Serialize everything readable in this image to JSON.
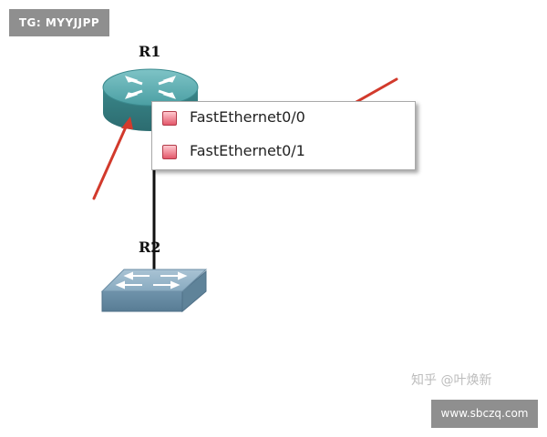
{
  "tag_badge": "TG: MYYJJPP",
  "devices": {
    "r1_label": "R1",
    "r2_label": "R2"
  },
  "context_menu": {
    "items": [
      {
        "label": "FastEthernet0/0",
        "icon": "interface-port-icon"
      },
      {
        "label": "FastEthernet0/1",
        "icon": "interface-port-icon"
      }
    ]
  },
  "watermark": "知乎 @叶焕新",
  "url_badge": "www.sbczq.com",
  "colors": {
    "router_body": "#3f8e91",
    "switch_body": "#7aa0b8",
    "annotation_arrow": "#d23a2c",
    "port_icon": "#e3576a",
    "badge_bg": "#8f8f8f"
  }
}
